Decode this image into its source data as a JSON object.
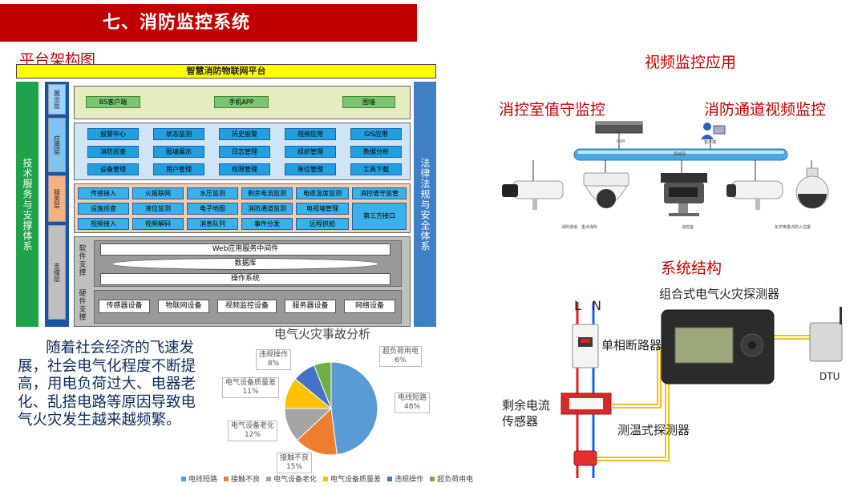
{
  "header": {
    "title": "七、消防监控系统"
  },
  "architecture": {
    "heading": "平台架构图",
    "banner": "智慧消防物联网平台",
    "left_pillar": "技术服务与支撑体系",
    "right_pillar": "法律法规与安全体系",
    "layers": {
      "display": "展示层",
      "application": "应用层",
      "service": "服务层",
      "support": "支撑层"
    },
    "display_items": [
      "BS客户端",
      "手机APP",
      "图墙"
    ],
    "application_items": [
      "报警中心",
      "状态监测",
      "历史报警",
      "视频应用",
      "GIS应用",
      "消防巡查",
      "图墙展示",
      "日志管理",
      "组织管理",
      "数据分析",
      "设备管理",
      "用户管理",
      "权限管理",
      "单位管理",
      "工具下载"
    ],
    "service_items": [
      "传感接入",
      "火报联网",
      "水压监测",
      "剩余电流监测",
      "电缆温度监测",
      "消控值守监管",
      "设施巡查",
      "液位监测",
      "电子地图",
      "消防通道监测",
      "电视墙管理",
      "第三方接口",
      "视频接入",
      "视频解码",
      "消息队列",
      "事件分发",
      "远程抓拍"
    ],
    "software_label": "软件支撑",
    "software_items": [
      "Web应用服务中间件",
      "数据库",
      "操作系统"
    ],
    "hardware_label": "硬件支撑",
    "hardware_items": [
      "传感器设备",
      "物联网设备",
      "视频监控设备",
      "服务器设备",
      "网络设备"
    ]
  },
  "paragraph": "随着社会经济的飞速发展，社会电气化程度不断提高，用电负荷过大、电器老化、乱搭电路等原因导致电气火灾发生越来越频繁。",
  "chart_data": {
    "type": "pie",
    "title": "电气火灾事故分析",
    "categories": [
      "电线短路",
      "接触不良",
      "电气设备老化",
      "电气设备质量差",
      "违规操作",
      "超负荷用电"
    ],
    "values": [
      48,
      15,
      12,
      11,
      8,
      6
    ],
    "value_labels": [
      "48%",
      "15%",
      "12%",
      "11%",
      "8%",
      "6%"
    ],
    "colors": [
      "#5b9bd5",
      "#ed7d31",
      "#a5a5a5",
      "#ffc000",
      "#4472c4",
      "#70ad47"
    ],
    "legend_position": "bottom"
  },
  "video": {
    "heading": "视频监控应用",
    "left_title": "消控室值守监控",
    "right_title": "消防通道视频监控",
    "nvr_label": "NVR",
    "client_label": "客户端",
    "network_label": "局域网",
    "cam_caption_left": "消防通道、重点场所",
    "cam_caption_mid": "消控室",
    "cam_caption_right": "化学等重点防火位置"
  },
  "structure": {
    "heading": "系统结构",
    "detector_title": "组合式电气火灾探测器",
    "line_l": "L",
    "line_n": "N",
    "breaker": "单相断路器",
    "residual_sensor": "剩余电流\n传感器",
    "temp_detector": "测温式探测器",
    "dtu": "DTU"
  }
}
